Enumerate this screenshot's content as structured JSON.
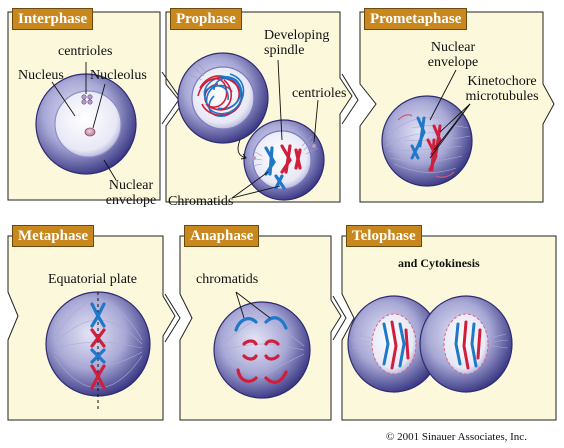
{
  "phases": {
    "interphase": "Interphase",
    "prophase": "Prophase",
    "prometaphase": "Prometaphase",
    "metaphase": "Metaphase",
    "anaphase": "Anaphase",
    "telophase": "Telophase"
  },
  "labels": {
    "centrioles_1": "centrioles",
    "nucleus": "Nucleus",
    "nucleolus": "Nucleolus",
    "nuclear_envelope_1a": "Nuclear",
    "nuclear_envelope_1b": "envelope",
    "developing_spindle_a": "Developing",
    "developing_spindle_b": "spindle",
    "centrioles_2": "centrioles",
    "chromatids_1": "Chromatids",
    "nuclear_envelope_2a": "Nuclear",
    "nuclear_envelope_2b": "envelope",
    "kinetochore_a": "Kinetochore",
    "kinetochore_b": "microtubules",
    "equatorial_plate": "Equatorial plate",
    "chromatids_2": "chromatids",
    "cytokinesis": "and Cytokinesis"
  },
  "copyright": "© 2001 Sinauer Associates, Inc.",
  "colors": {
    "panel_fill": "#fbf8dc",
    "tag_fill": "#c8881e",
    "cell_dark": "#3c3a86",
    "cell_light": "#dcdcf2",
    "chromosome_red": "#cf1f3c",
    "chromosome_blue": "#1f78c8"
  }
}
